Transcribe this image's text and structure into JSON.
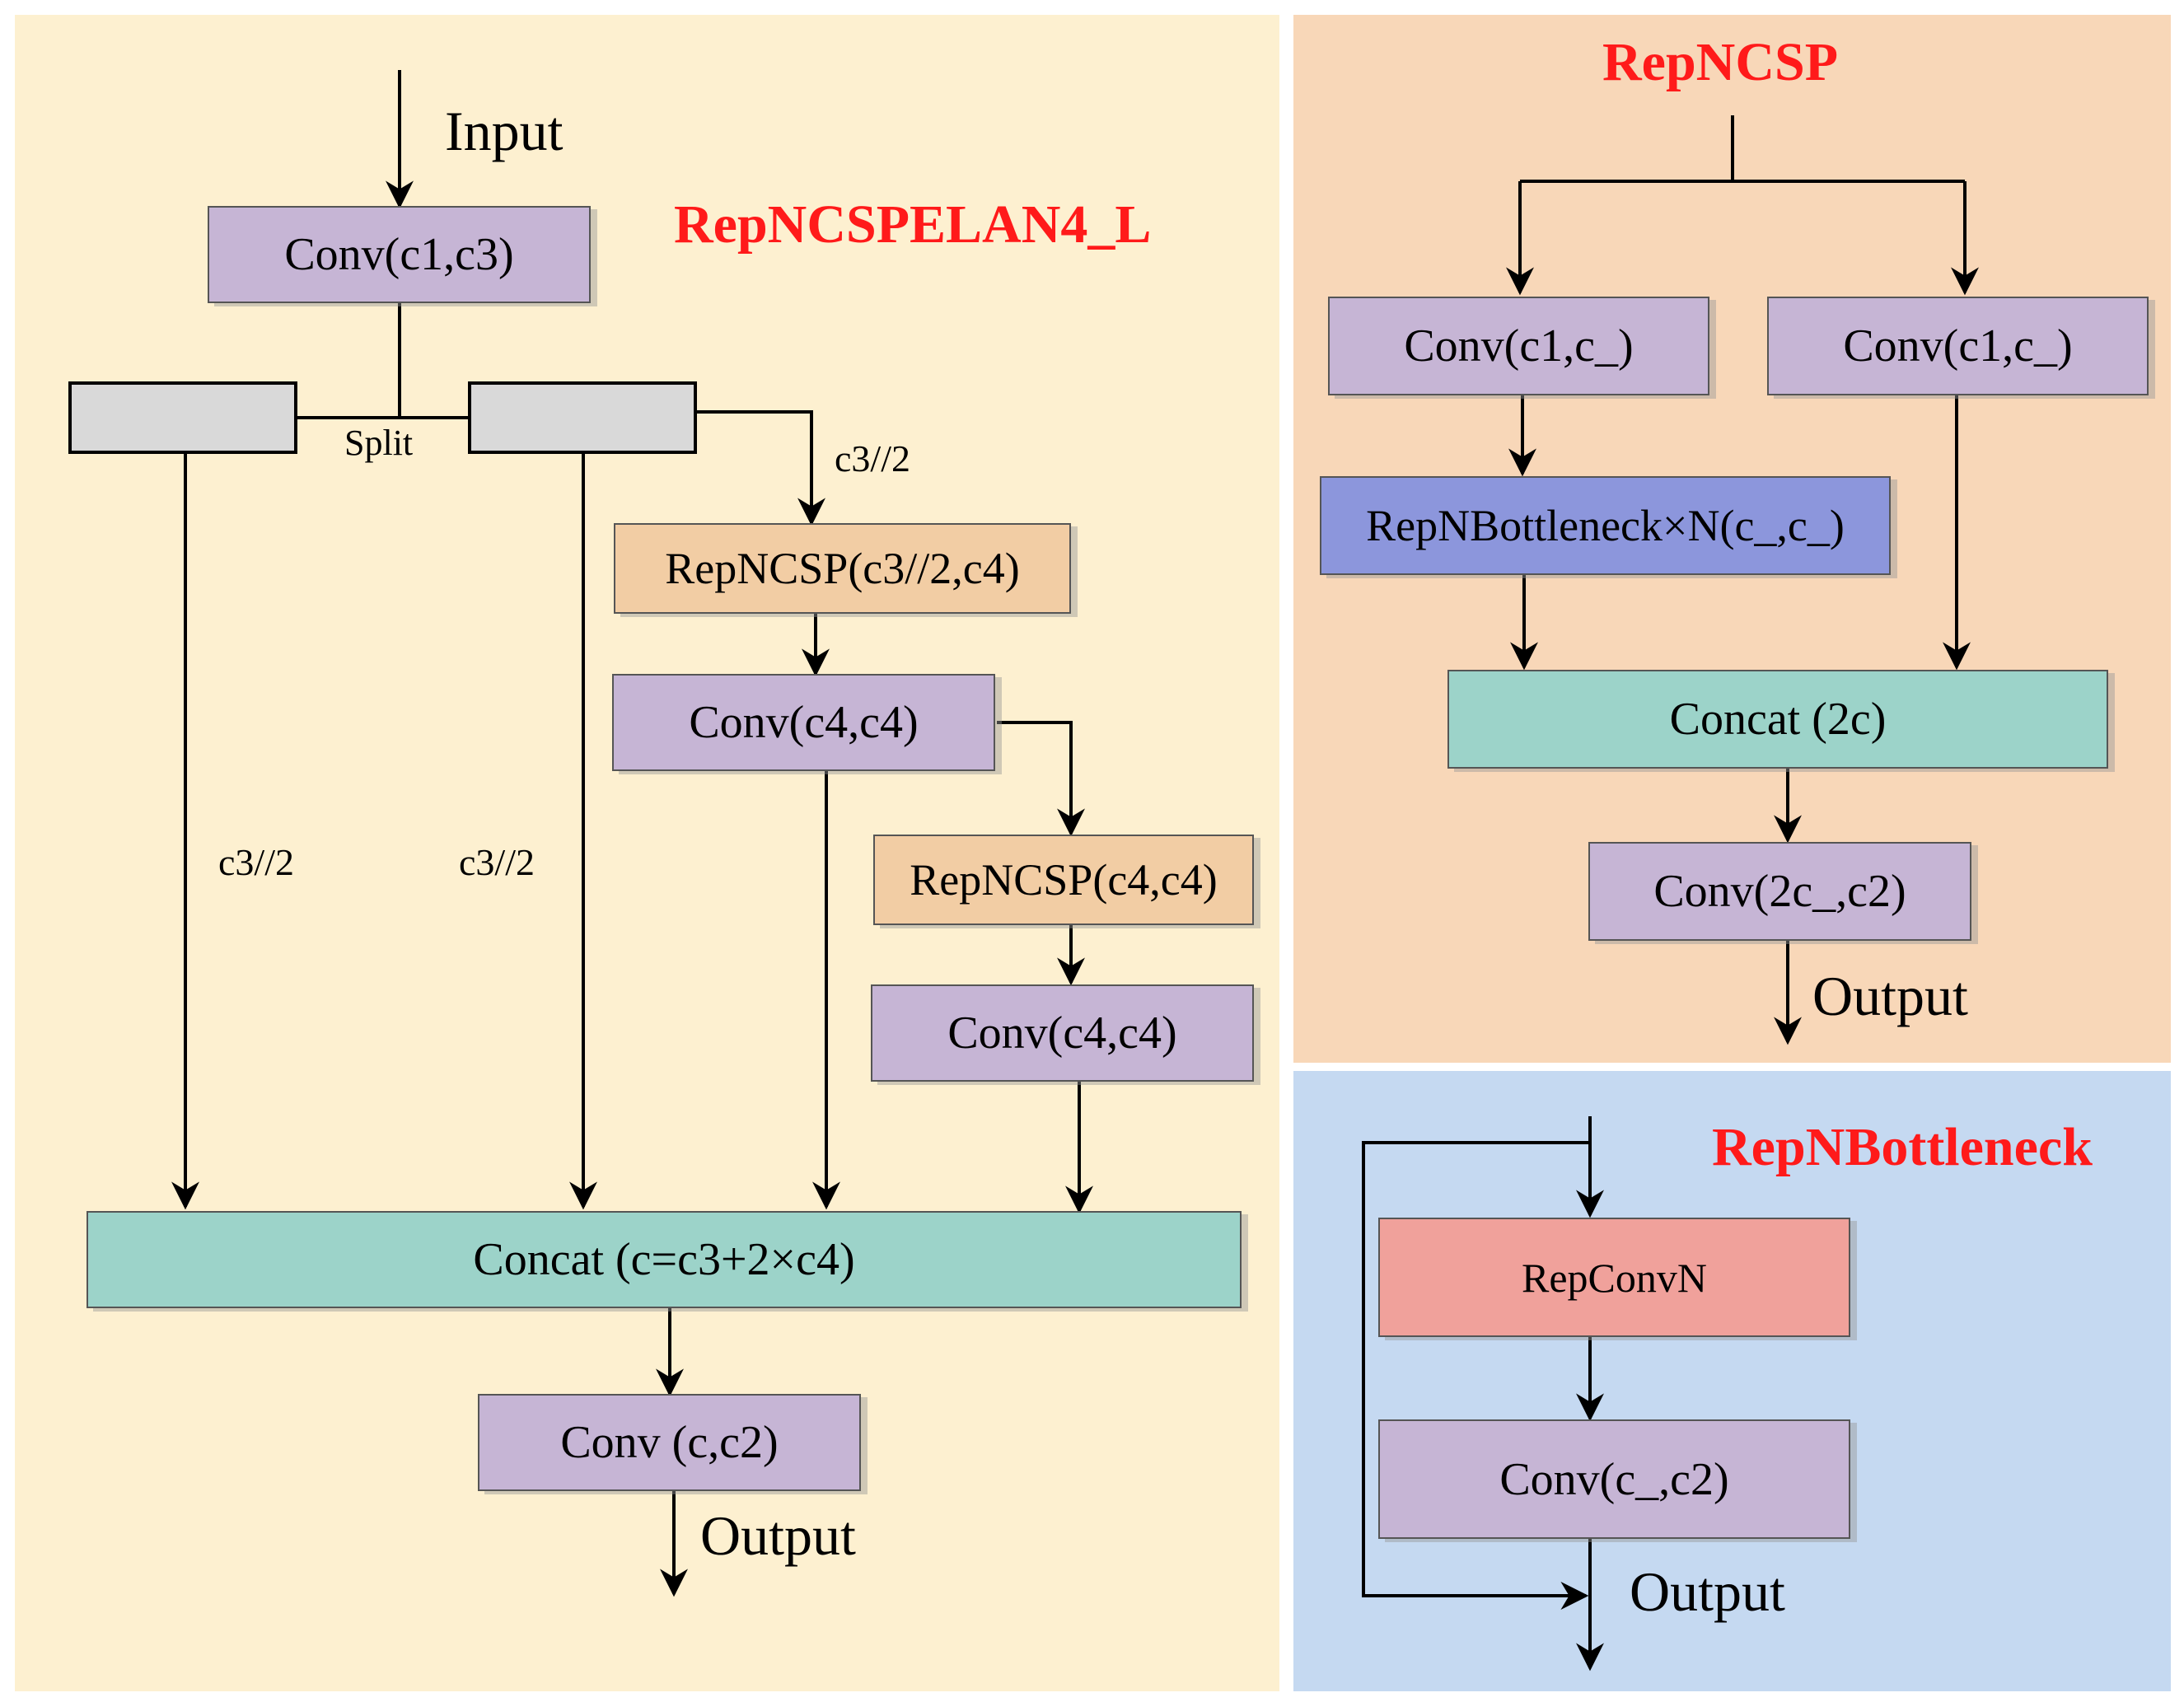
{
  "left": {
    "title": "RepNCSPELAN4_L",
    "input": "Input",
    "conv_in": "Conv(c1,c3)",
    "split": "Split",
    "c3half_a": "c3//2",
    "c3half_b": "c3//2",
    "c3half_c": "c3//2",
    "repncsp1": "RepNCSP(c3//2,c4)",
    "conv1": "Conv(c4,c4)",
    "repncsp2": "RepNCSP(c4,c4)",
    "conv2": "Conv(c4,c4)",
    "concat": "Concat (c=c3+2×c4)",
    "conv_out": "Conv (c,c2)",
    "output": "Output"
  },
  "top_right": {
    "title": "RepNCSP",
    "conv_a": "Conv(c1,c_)",
    "conv_b": "Conv(c1,c_)",
    "bottleneck": "RepNBottleneck×N(c_,c_)",
    "concat": "Concat (2c)",
    "conv_out": "Conv(2c_,c2)",
    "output": "Output"
  },
  "bottom_right": {
    "title": "RepNBottleneck",
    "repconv": "RepConvN",
    "conv": "Conv(c_,c2)",
    "output": "Output"
  }
}
